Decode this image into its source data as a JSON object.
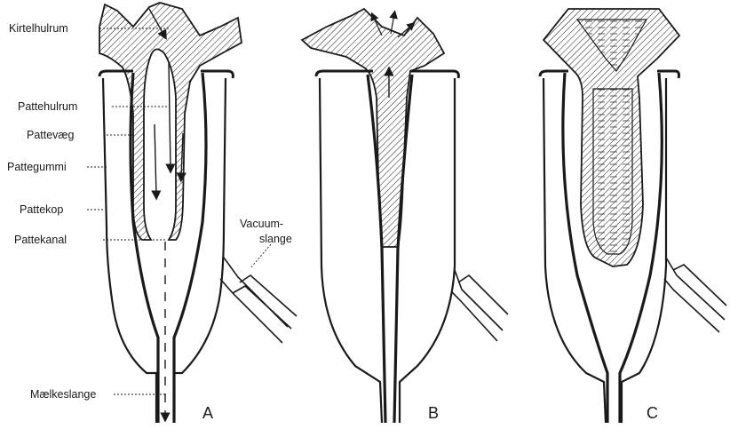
{
  "labels": {
    "kirtelhulrum": "Kirtelhulrum",
    "pattehulrum": "Pattehulrum",
    "pattevaeg": "Pattevæg",
    "pattegummi": "Pattegummi",
    "pattekop": "Pattekop",
    "pattekanal": "Pattekanal",
    "vacuum_line1": "Vacuum-",
    "vacuum_line2": "slange",
    "maelkeslange": "Mælkeslange"
  },
  "panels": [
    "A",
    "B",
    "C"
  ],
  "colors": {
    "ink": "#1a1a1a",
    "paper": "#ffffff"
  }
}
